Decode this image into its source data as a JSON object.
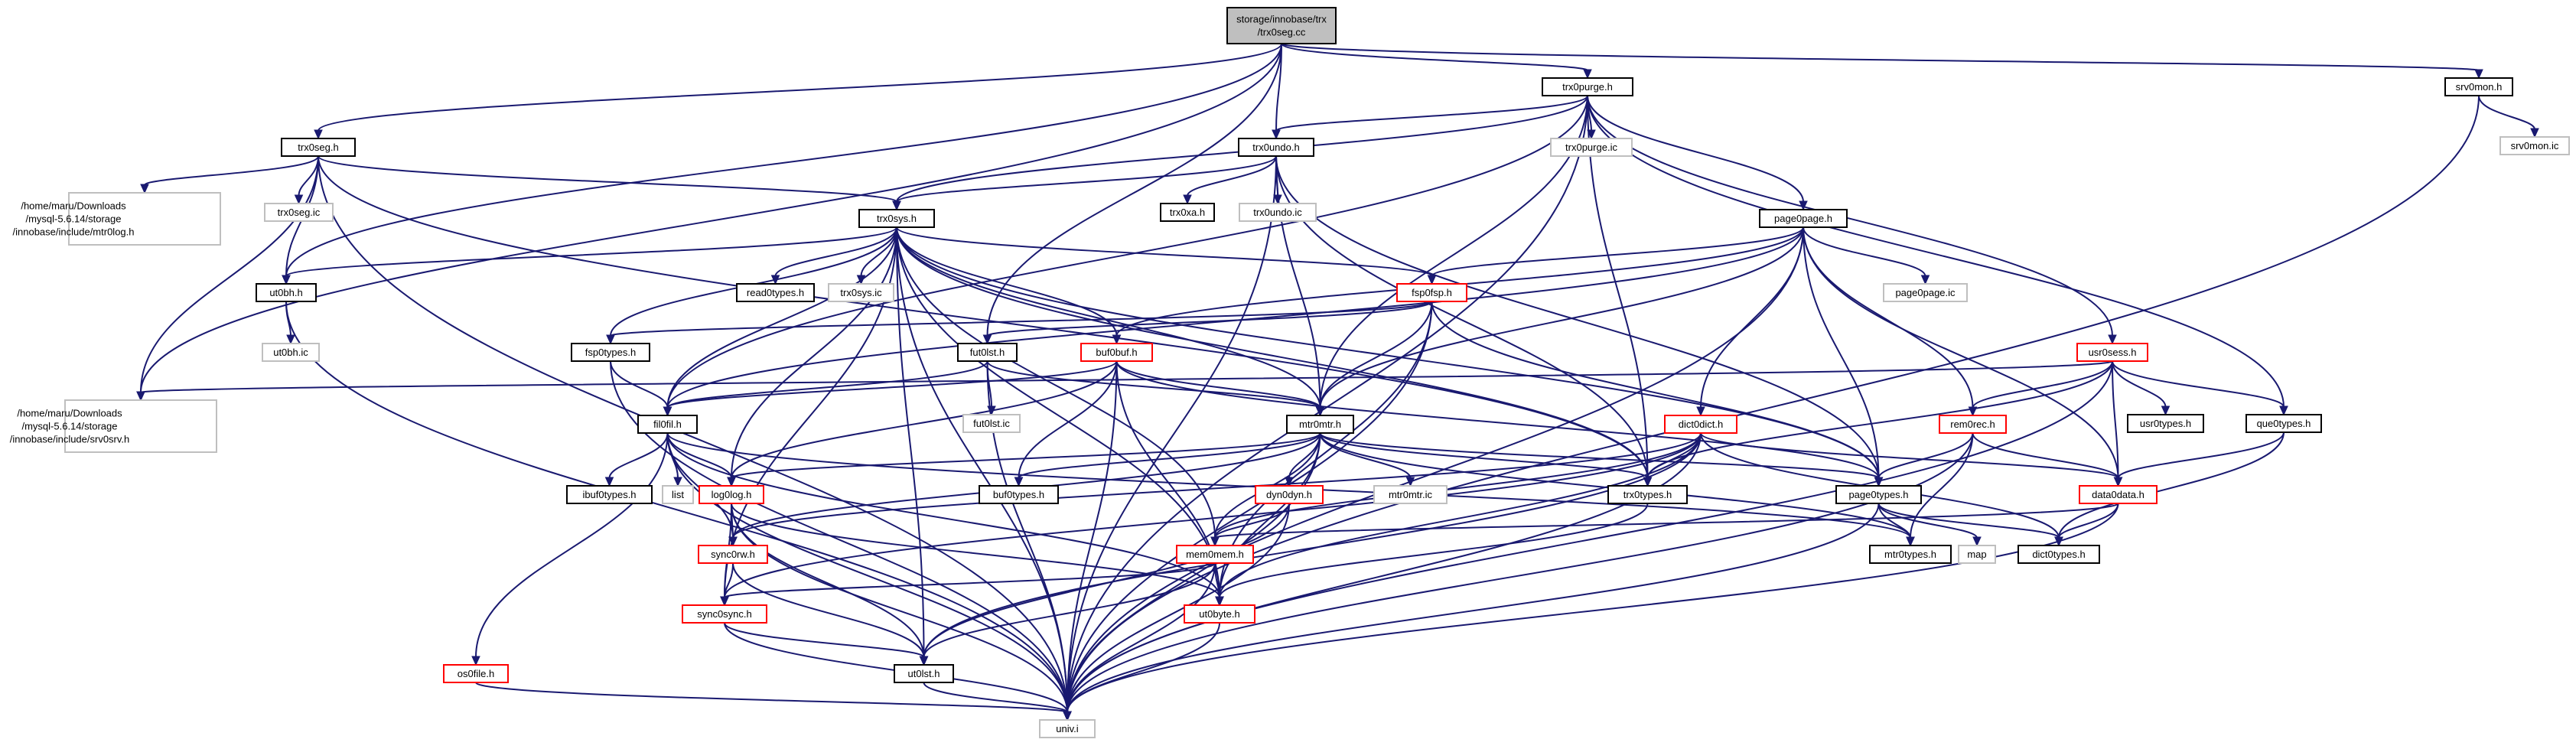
{
  "colors": {
    "edge": "#191970",
    "border_default": "#000000",
    "border_missing": "#bfbfbf",
    "border_highlight": "#ff0000",
    "root_fill": "#bfbfbf",
    "fill": "#ffffff"
  },
  "nodes": [
    {
      "id": "root",
      "lines": [
        "storage/innobase/trx",
        "/trx0seg.cc"
      ],
      "style": "root"
    },
    {
      "id": "trx0purge_h",
      "lines": [
        "trx0purge.h"
      ],
      "style": "normal"
    },
    {
      "id": "srv0mon_h",
      "lines": [
        "srv0mon.h"
      ],
      "style": "normal"
    },
    {
      "id": "srv0mon_ic",
      "lines": [
        "srv0mon.ic"
      ],
      "style": "missing"
    },
    {
      "id": "trx0seg_h",
      "lines": [
        "trx0seg.h"
      ],
      "style": "normal"
    },
    {
      "id": "trx0undo_h",
      "lines": [
        "trx0undo.h"
      ],
      "style": "normal"
    },
    {
      "id": "trx0purge_ic",
      "lines": [
        "trx0purge.ic"
      ],
      "style": "missing"
    },
    {
      "id": "mtr0log_path",
      "lines": [
        "/home/maru/Downloads",
        "/mysql-5.6.14/storage",
        "/innobase/include/mtr0log.h"
      ],
      "style": "missing"
    },
    {
      "id": "trx0seg_ic",
      "lines": [
        "trx0seg.ic"
      ],
      "style": "missing"
    },
    {
      "id": "trx0xa_h",
      "lines": [
        "trx0xa.h"
      ],
      "style": "normal"
    },
    {
      "id": "trx0undo_ic",
      "lines": [
        "trx0undo.ic"
      ],
      "style": "missing"
    },
    {
      "id": "page0page_h",
      "lines": [
        "page0page.h"
      ],
      "style": "normal"
    },
    {
      "id": "trx0sys_h",
      "lines": [
        "trx0sys.h"
      ],
      "style": "normal"
    },
    {
      "id": "read0types_h",
      "lines": [
        "read0types.h"
      ],
      "style": "normal"
    },
    {
      "id": "trx0sys_ic",
      "lines": [
        "trx0sys.ic"
      ],
      "style": "missing"
    },
    {
      "id": "page0page_ic",
      "lines": [
        "page0page.ic"
      ],
      "style": "missing"
    },
    {
      "id": "ut0bh_h",
      "lines": [
        "ut0bh.h"
      ],
      "style": "normal"
    },
    {
      "id": "fsp0fsp_h",
      "lines": [
        "fsp0fsp.h"
      ],
      "style": "highlight"
    },
    {
      "id": "ut0bh_ic",
      "lines": [
        "ut0bh.ic"
      ],
      "style": "missing"
    },
    {
      "id": "fsp0types_h",
      "lines": [
        "fsp0types.h"
      ],
      "style": "normal"
    },
    {
      "id": "fut0lst_h",
      "lines": [
        "fut0lst.h"
      ],
      "style": "normal"
    },
    {
      "id": "buf0buf_h",
      "lines": [
        "buf0buf.h"
      ],
      "style": "highlight"
    },
    {
      "id": "usr0sess_h",
      "lines": [
        "usr0sess.h"
      ],
      "style": "highlight"
    },
    {
      "id": "srv0srv_path",
      "lines": [
        "/home/maru/Downloads",
        "/mysql-5.6.14/storage",
        "/innobase/include/srv0srv.h"
      ],
      "style": "missing"
    },
    {
      "id": "fut0lst_ic",
      "lines": [
        "fut0lst.ic"
      ],
      "style": "missing"
    },
    {
      "id": "fil0fil_h",
      "lines": [
        "fil0fil.h"
      ],
      "style": "normal"
    },
    {
      "id": "mtr0mtr_h",
      "lines": [
        "mtr0mtr.h"
      ],
      "style": "normal"
    },
    {
      "id": "dict0dict_h",
      "lines": [
        "dict0dict.h"
      ],
      "style": "highlight"
    },
    {
      "id": "rem0rec_h",
      "lines": [
        "rem0rec.h"
      ],
      "style": "highlight"
    },
    {
      "id": "usr0types_h",
      "lines": [
        "usr0types.h"
      ],
      "style": "normal"
    },
    {
      "id": "que0types_h",
      "lines": [
        "que0types.h"
      ],
      "style": "normal"
    },
    {
      "id": "ibuf0types_h",
      "lines": [
        "ibuf0types.h"
      ],
      "style": "normal"
    },
    {
      "id": "list",
      "lines": [
        "list"
      ],
      "style": "missing"
    },
    {
      "id": "log0log_h",
      "lines": [
        "log0log.h"
      ],
      "style": "highlight"
    },
    {
      "id": "buf0types_h",
      "lines": [
        "buf0types.h"
      ],
      "style": "normal"
    },
    {
      "id": "dyn0dyn_h",
      "lines": [
        "dyn0dyn.h"
      ],
      "style": "highlight"
    },
    {
      "id": "mtr0mtr_ic",
      "lines": [
        "mtr0mtr.ic"
      ],
      "style": "missing"
    },
    {
      "id": "trx0types_h",
      "lines": [
        "trx0types.h"
      ],
      "style": "normal"
    },
    {
      "id": "page0types_h",
      "lines": [
        "page0types.h"
      ],
      "style": "normal"
    },
    {
      "id": "data0data_h",
      "lines": [
        "data0data.h"
      ],
      "style": "highlight"
    },
    {
      "id": "sync0rw_h",
      "lines": [
        "sync0rw.h"
      ],
      "style": "highlight"
    },
    {
      "id": "mem0mem_h",
      "lines": [
        "mem0mem.h"
      ],
      "style": "highlight"
    },
    {
      "id": "mtr0types_h",
      "lines": [
        "mtr0types.h"
      ],
      "style": "normal"
    },
    {
      "id": "map",
      "lines": [
        "map"
      ],
      "style": "missing"
    },
    {
      "id": "dict0types_h",
      "lines": [
        "dict0types.h"
      ],
      "style": "normal"
    },
    {
      "id": "sync0sync_h",
      "lines": [
        "sync0sync.h"
      ],
      "style": "highlight"
    },
    {
      "id": "ut0byte_h",
      "lines": [
        "ut0byte.h"
      ],
      "style": "highlight"
    },
    {
      "id": "os0file_h",
      "lines": [
        "os0file.h"
      ],
      "style": "highlight"
    },
    {
      "id": "ut0lst_h",
      "lines": [
        "ut0lst.h"
      ],
      "style": "normal"
    },
    {
      "id": "univ_i",
      "lines": [
        "univ.i"
      ],
      "style": "missing"
    }
  ],
  "edges": [
    [
      "root",
      "trx0purge_h"
    ],
    [
      "root",
      "srv0mon_h"
    ],
    [
      "root",
      "trx0seg_h"
    ],
    [
      "root",
      "trx0undo_h"
    ],
    [
      "root",
      "ut0bh_h"
    ],
    [
      "root",
      "srv0srv_path"
    ],
    [
      "root",
      "fut0lst_h"
    ],
    [
      "srv0mon_h",
      "srv0mon_ic"
    ],
    [
      "srv0mon_h",
      "univ_i"
    ],
    [
      "trx0purge_h",
      "trx0undo_h"
    ],
    [
      "trx0purge_h",
      "trx0purge_ic"
    ],
    [
      "trx0purge_h",
      "trx0sys_h"
    ],
    [
      "trx0purge_h",
      "page0page_h"
    ],
    [
      "trx0purge_h",
      "usr0sess_h"
    ],
    [
      "trx0purge_h",
      "que0types_h"
    ],
    [
      "trx0purge_h",
      "fil0fil_h"
    ],
    [
      "trx0purge_h",
      "mtr0mtr_h"
    ],
    [
      "trx0purge_h",
      "trx0types_h"
    ],
    [
      "trx0purge_h",
      "univ_i"
    ],
    [
      "trx0seg_h",
      "mtr0log_path"
    ],
    [
      "trx0seg_h",
      "trx0seg_ic"
    ],
    [
      "trx0seg_h",
      "ut0bh_h"
    ],
    [
      "trx0seg_h",
      "trx0sys_h"
    ],
    [
      "trx0seg_h",
      "srv0srv_path"
    ],
    [
      "trx0seg_h",
      "univ_i"
    ],
    [
      "trx0seg_h",
      "trx0types_h"
    ],
    [
      "trx0undo_h",
      "trx0sys_h"
    ],
    [
      "trx0undo_h",
      "trx0xa_h"
    ],
    [
      "trx0undo_h",
      "trx0undo_ic"
    ],
    [
      "trx0undo_h",
      "mtr0mtr_h"
    ],
    [
      "trx0undo_h",
      "page0types_h"
    ],
    [
      "trx0undo_h",
      "trx0types_h"
    ],
    [
      "trx0undo_h",
      "univ_i"
    ],
    [
      "trx0sys_h",
      "read0types_h"
    ],
    [
      "trx0sys_h",
      "trx0sys_ic"
    ],
    [
      "trx0sys_h",
      "ut0bh_h"
    ],
    [
      "trx0sys_h",
      "fsp0fsp_h"
    ],
    [
      "trx0sys_h",
      "fsp0types_h"
    ],
    [
      "trx0sys_h",
      "buf0buf_h"
    ],
    [
      "trx0sys_h",
      "fil0fil_h"
    ],
    [
      "trx0sys_h",
      "mtr0mtr_h"
    ],
    [
      "trx0sys_h",
      "trx0types_h"
    ],
    [
      "trx0sys_h",
      "page0types_h"
    ],
    [
      "trx0sys_h",
      "mem0mem_h"
    ],
    [
      "trx0sys_h",
      "sync0sync_h"
    ],
    [
      "trx0sys_h",
      "ut0lst_h"
    ],
    [
      "trx0sys_h",
      "univ_i"
    ],
    [
      "trx0sys_h",
      "log0log_h"
    ],
    [
      "trx0sys_h",
      "ut0byte_h"
    ],
    [
      "page0page_h",
      "page0page_ic"
    ],
    [
      "page0page_h",
      "fsp0fsp_h"
    ],
    [
      "page0page_h",
      "buf0buf_h"
    ],
    [
      "page0page_h",
      "fil0fil_h"
    ],
    [
      "page0page_h",
      "mtr0mtr_h"
    ],
    [
      "page0page_h",
      "dict0dict_h"
    ],
    [
      "page0page_h",
      "rem0rec_h"
    ],
    [
      "page0page_h",
      "data0data_h"
    ],
    [
      "page0page_h",
      "page0types_h"
    ],
    [
      "page0page_h",
      "univ_i"
    ],
    [
      "ut0bh_h",
      "ut0bh_ic"
    ],
    [
      "ut0bh_h",
      "univ_i"
    ],
    [
      "fsp0fsp_h",
      "fut0lst_h"
    ],
    [
      "fsp0fsp_h",
      "fsp0types_h"
    ],
    [
      "fsp0fsp_h",
      "mtr0mtr_h"
    ],
    [
      "fsp0fsp_h",
      "page0types_h"
    ],
    [
      "fsp0fsp_h",
      "ut0byte_h"
    ],
    [
      "fsp0fsp_h",
      "univ_i"
    ],
    [
      "fsp0types_h",
      "fil0fil_h"
    ],
    [
      "fsp0types_h",
      "univ_i"
    ],
    [
      "fut0lst_h",
      "fut0lst_ic"
    ],
    [
      "fut0lst_h",
      "fil0fil_h"
    ],
    [
      "fut0lst_h",
      "mtr0mtr_h"
    ],
    [
      "fut0lst_h",
      "univ_i"
    ],
    [
      "buf0buf_h",
      "fil0fil_h"
    ],
    [
      "buf0buf_h",
      "mtr0mtr_h"
    ],
    [
      "buf0buf_h",
      "buf0types_h"
    ],
    [
      "buf0buf_h",
      "log0log_h"
    ],
    [
      "buf0buf_h",
      "ut0byte_h"
    ],
    [
      "buf0buf_h",
      "univ_i"
    ],
    [
      "buf0buf_h",
      "page0types_h"
    ],
    [
      "usr0sess_h",
      "rem0rec_h"
    ],
    [
      "usr0sess_h",
      "usr0types_h"
    ],
    [
      "usr0sess_h",
      "que0types_h"
    ],
    [
      "usr0sess_h",
      "data0data_h"
    ],
    [
      "usr0sess_h",
      "trx0types_h"
    ],
    [
      "usr0sess_h",
      "srv0srv_path"
    ],
    [
      "usr0sess_h",
      "univ_i"
    ],
    [
      "fil0fil_h",
      "ibuf0types_h"
    ],
    [
      "fil0fil_h",
      "list"
    ],
    [
      "fil0fil_h",
      "log0log_h"
    ],
    [
      "fil0fil_h",
      "sync0rw_h"
    ],
    [
      "fil0fil_h",
      "os0file_h"
    ],
    [
      "fil0fil_h",
      "ut0byte_h"
    ],
    [
      "fil0fil_h",
      "univ_i"
    ],
    [
      "fil0fil_h",
      "mtr0types_h"
    ],
    [
      "mtr0mtr_h",
      "buf0types_h"
    ],
    [
      "mtr0mtr_h",
      "dyn0dyn_h"
    ],
    [
      "mtr0mtr_h",
      "mtr0mtr_ic"
    ],
    [
      "mtr0mtr_h",
      "log0log_h"
    ],
    [
      "mtr0mtr_h",
      "sync0rw_h"
    ],
    [
      "mtr0mtr_h",
      "mem0mem_h"
    ],
    [
      "mtr0mtr_h",
      "trx0types_h"
    ],
    [
      "mtr0mtr_h",
      "page0types_h"
    ],
    [
      "mtr0mtr_h",
      "mtr0types_h"
    ],
    [
      "mtr0mtr_h",
      "ut0byte_h"
    ],
    [
      "mtr0mtr_h",
      "univ_i"
    ],
    [
      "dict0dict_h",
      "trx0types_h"
    ],
    [
      "dict0dict_h",
      "data0data_h"
    ],
    [
      "dict0dict_h",
      "sync0rw_h"
    ],
    [
      "dict0dict_h",
      "sync0sync_h"
    ],
    [
      "dict0dict_h",
      "mem0mem_h"
    ],
    [
      "dict0dict_h",
      "dict0types_h"
    ],
    [
      "dict0dict_h",
      "ut0byte_h"
    ],
    [
      "dict0dict_h",
      "ut0lst_h"
    ],
    [
      "dict0dict_h",
      "univ_i"
    ],
    [
      "rem0rec_h",
      "page0types_h"
    ],
    [
      "rem0rec_h",
      "data0data_h"
    ],
    [
      "rem0rec_h",
      "mtr0types_h"
    ],
    [
      "rem0rec_h",
      "univ_i"
    ],
    [
      "que0types_h",
      "data0data_h"
    ],
    [
      "que0types_h",
      "dict0types_h"
    ],
    [
      "log0log_h",
      "sync0rw_h"
    ],
    [
      "log0log_h",
      "sync0sync_h"
    ],
    [
      "log0log_h",
      "ut0byte_h"
    ],
    [
      "log0log_h",
      "ut0lst_h"
    ],
    [
      "log0log_h",
      "univ_i"
    ],
    [
      "dyn0dyn_h",
      "mem0mem_h"
    ],
    [
      "dyn0dyn_h",
      "ut0lst_h"
    ],
    [
      "dyn0dyn_h",
      "univ_i"
    ],
    [
      "trx0types_h",
      "ut0byte_h"
    ],
    [
      "page0types_h",
      "dict0types_h"
    ],
    [
      "page0types_h",
      "mtr0types_h"
    ],
    [
      "page0types_h",
      "map"
    ],
    [
      "page0types_h",
      "univ_i"
    ],
    [
      "data0data_h",
      "dict0types_h"
    ],
    [
      "data0data_h",
      "mem0mem_h"
    ],
    [
      "data0data_h",
      "univ_i"
    ],
    [
      "sync0rw_h",
      "sync0sync_h"
    ],
    [
      "sync0rw_h",
      "ut0lst_h"
    ],
    [
      "mem0mem_h",
      "ut0byte_h"
    ],
    [
      "mem0mem_h",
      "sync0sync_h"
    ],
    [
      "mem0mem_h",
      "ut0lst_h"
    ],
    [
      "mem0mem_h",
      "univ_i"
    ],
    [
      "sync0sync_h",
      "ut0lst_h"
    ],
    [
      "sync0sync_h",
      "univ_i"
    ],
    [
      "ut0byte_h",
      "univ_i"
    ],
    [
      "os0file_h",
      "univ_i"
    ],
    [
      "ut0lst_h",
      "univ_i"
    ]
  ]
}
